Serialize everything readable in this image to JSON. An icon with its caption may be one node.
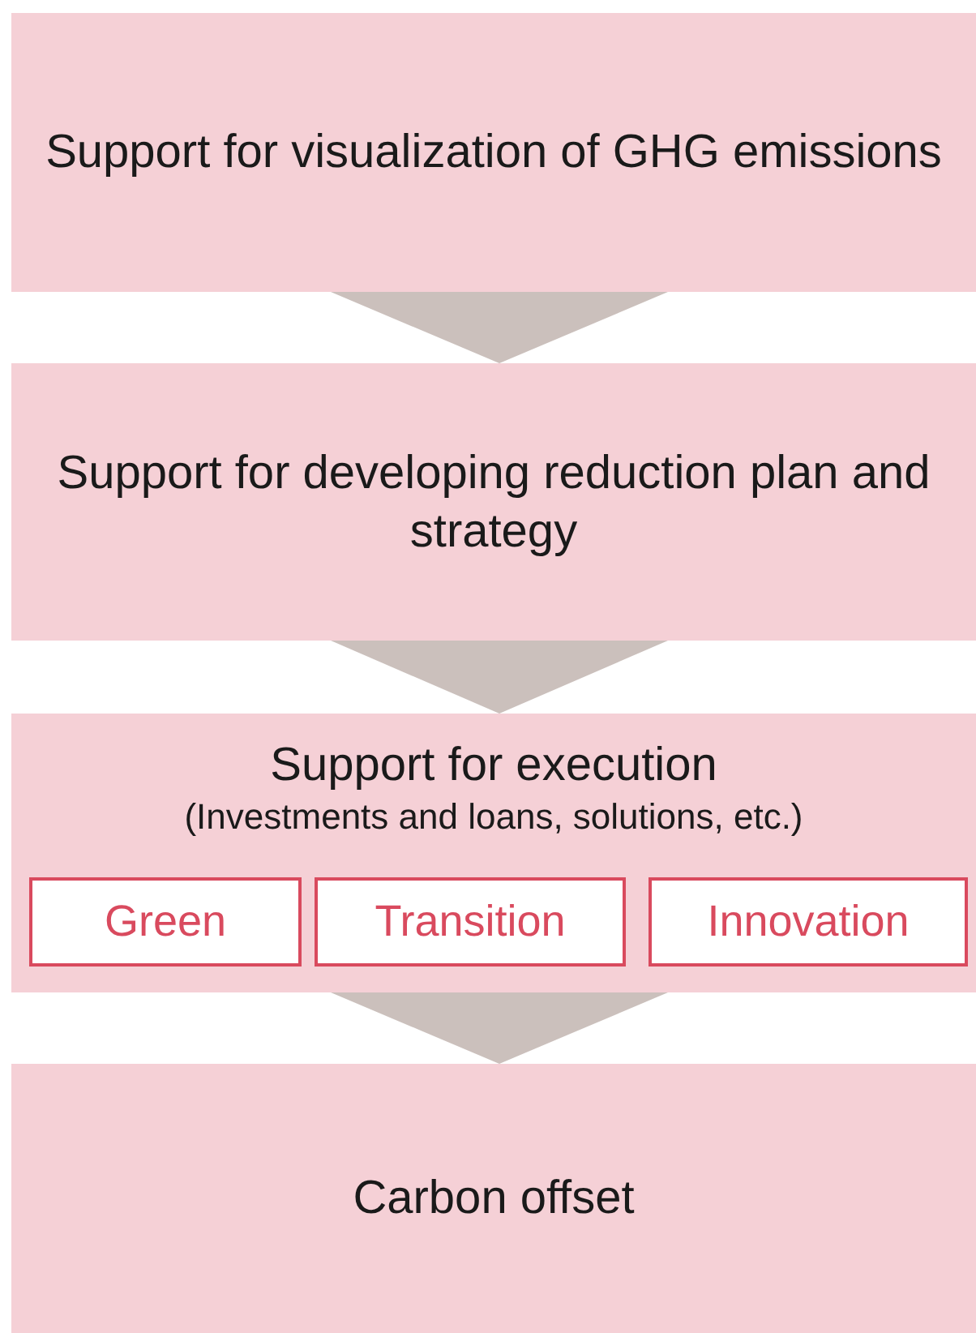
{
  "diagram": {
    "nodes": [
      {
        "text": [
          "Support for visualization of GHG emissions"
        ]
      },
      {
        "text": [
          "Support for developing reduction plan and strategy"
        ]
      },
      {
        "text": [
          "Support for execution",
          "(Investments and loans, solutions, etc.)"
        ]
      },
      {
        "text": [
          "Green"
        ],
        "in": 2
      },
      {
        "text": [
          "Transition"
        ],
        "in": 2
      },
      {
        "text": [
          "Innovation"
        ],
        "in": 2
      },
      {
        "text": [
          "Carbon offset"
        ]
      }
    ],
    "edges": [
      {
        "from": 0,
        "to": 1,
        "arrow": "to"
      },
      {
        "from": 1,
        "to": 2,
        "arrow": "to"
      },
      {
        "from": 2,
        "to": 6,
        "arrow": "to"
      }
    ]
  }
}
